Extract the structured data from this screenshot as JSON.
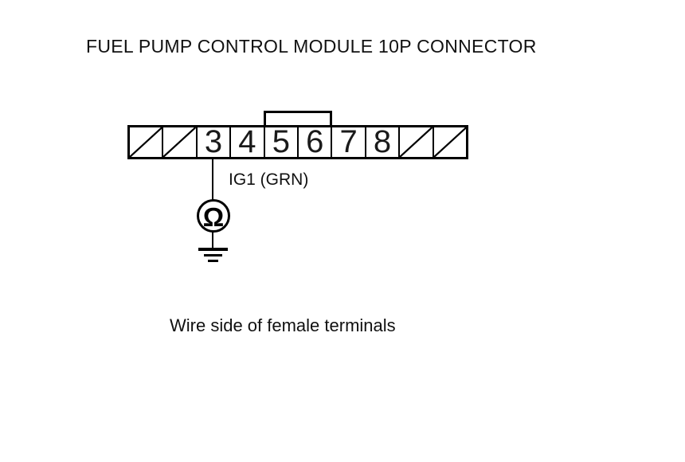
{
  "title": "FUEL PUMP CONTROL MODULE 10P CONNECTOR",
  "connector": {
    "type": "10P connector strip",
    "cells": [
      {
        "label": "",
        "hatched": true
      },
      {
        "label": "",
        "hatched": true
      },
      {
        "label": "3",
        "hatched": false
      },
      {
        "label": "4",
        "hatched": false
      },
      {
        "label": "5",
        "hatched": false
      },
      {
        "label": "6",
        "hatched": false
      },
      {
        "label": "7",
        "hatched": false
      },
      {
        "label": "8",
        "hatched": false
      },
      {
        "label": "",
        "hatched": true
      },
      {
        "label": "",
        "hatched": true
      }
    ],
    "key_tab_over_pins": "5-6"
  },
  "wire_label": "IG1 (GRN)",
  "meter": {
    "symbol": "Ω",
    "kind": "ohmmeter"
  },
  "caption": "Wire side of female terminals",
  "colors": {
    "line": "#000000",
    "text": "#111111",
    "background": "#ffffff"
  }
}
